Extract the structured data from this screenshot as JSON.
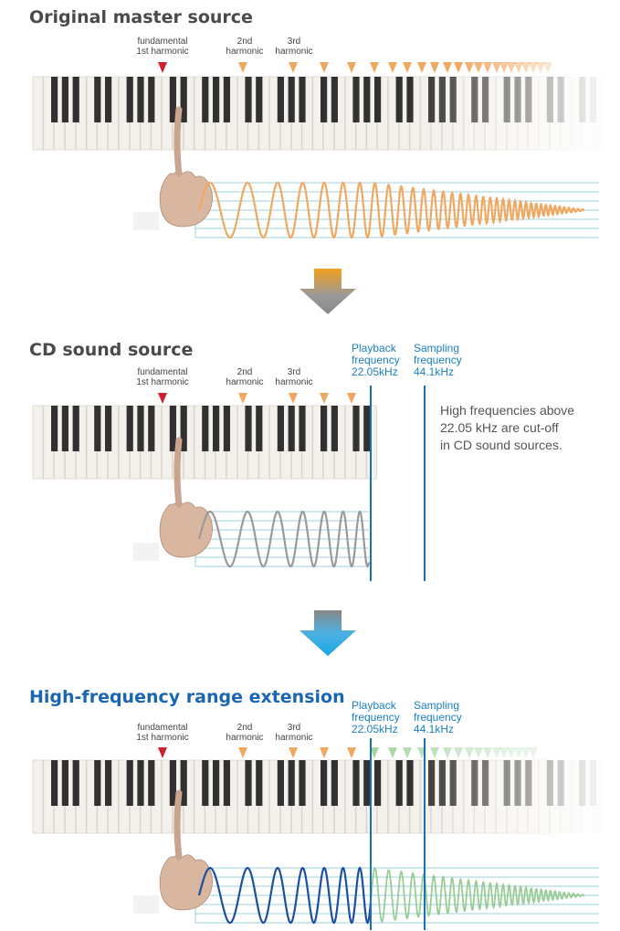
{
  "panels": [
    {
      "title": "Original master source",
      "fundamental": "fundamental",
      "first_harmonic": "1st harmonic",
      "second": "2nd",
      "third": "3rd",
      "harmonic": "harmonic"
    },
    {
      "title": "CD sound source",
      "fundamental": "fundamental",
      "first_harmonic": "1st harmonic",
      "second": "2nd",
      "third": "3rd",
      "harmonic": "harmonic",
      "playback": [
        "Playback",
        "frequency",
        "22.05kHz"
      ],
      "sampling": [
        "Sampling",
        "frequency",
        "44.1kHz"
      ],
      "note": [
        "High frequencies above",
        "22.05 kHz are cut-off",
        "in CD sound sources."
      ]
    },
    {
      "title": "High-frequency range extension",
      "fundamental": "fundamental",
      "first_harmonic": "1st harmonic",
      "second": "2nd",
      "third": "3rd",
      "harmonic": "harmonic",
      "playback": [
        "Playback",
        "frequency",
        "22.05kHz"
      ],
      "sampling": [
        "Sampling",
        "frequency",
        "44.1kHz"
      ]
    }
  ],
  "colors": {
    "fundamental_marker": "#d0202e",
    "orange": "#f0a860",
    "gray": "#9a9a9a",
    "blue": "#1f4fa0",
    "green": "#8ec88a",
    "staff": "#7cc3d8",
    "freq_line": "#1a6fb8",
    "arrow_top_orange": "#f0a020",
    "arrow_top_gray": "#888888",
    "arrow_blue": "#29a9e0"
  }
}
